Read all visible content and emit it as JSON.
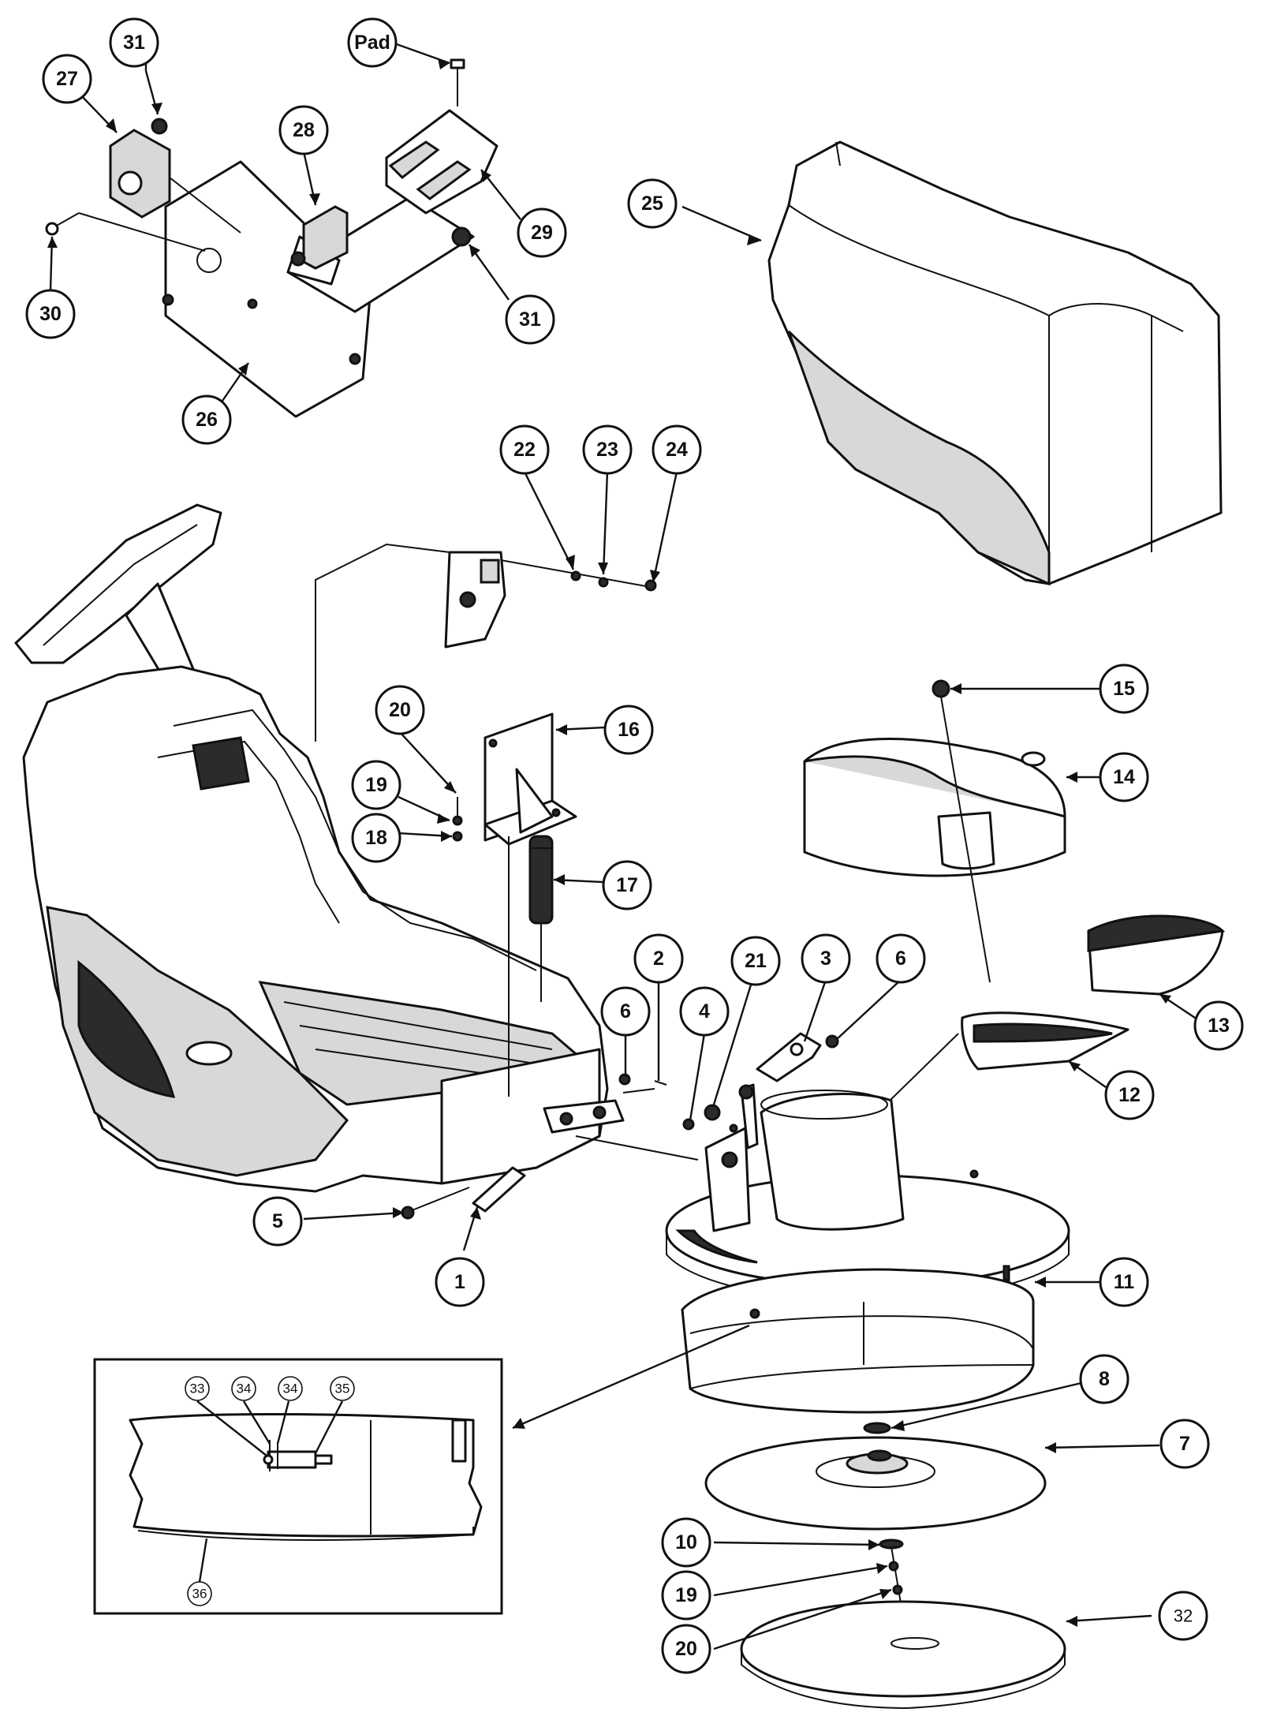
{
  "callouts": [
    {
      "id": "c1",
      "label": "1"
    },
    {
      "id": "c2",
      "label": "2"
    },
    {
      "id": "c3",
      "label": "3"
    },
    {
      "id": "c4",
      "label": "4"
    },
    {
      "id": "c5",
      "label": "5"
    },
    {
      "id": "c6a",
      "label": "6"
    },
    {
      "id": "c6b",
      "label": "6"
    },
    {
      "id": "c7",
      "label": "7"
    },
    {
      "id": "c8",
      "label": "8"
    },
    {
      "id": "c10",
      "label": "10"
    },
    {
      "id": "c11",
      "label": "11"
    },
    {
      "id": "c12",
      "label": "12"
    },
    {
      "id": "c13",
      "label": "13"
    },
    {
      "id": "c14",
      "label": "14"
    },
    {
      "id": "c15",
      "label": "15"
    },
    {
      "id": "c16",
      "label": "16"
    },
    {
      "id": "c17",
      "label": "17"
    },
    {
      "id": "c18",
      "label": "18"
    },
    {
      "id": "c19a",
      "label": "19"
    },
    {
      "id": "c19b",
      "label": "19"
    },
    {
      "id": "c20a",
      "label": "20"
    },
    {
      "id": "c20b",
      "label": "20"
    },
    {
      "id": "c21",
      "label": "21"
    },
    {
      "id": "c22",
      "label": "22"
    },
    {
      "id": "c23",
      "label": "23"
    },
    {
      "id": "c24",
      "label": "24"
    },
    {
      "id": "c25",
      "label": "25"
    },
    {
      "id": "c26",
      "label": "26"
    },
    {
      "id": "c27",
      "label": "27"
    },
    {
      "id": "c28",
      "label": "28"
    },
    {
      "id": "c29",
      "label": "29"
    },
    {
      "id": "c30",
      "label": "30"
    },
    {
      "id": "c31a",
      "label": "31"
    },
    {
      "id": "c31b",
      "label": "31"
    },
    {
      "id": "c32",
      "label": "32"
    },
    {
      "id": "cpad",
      "label": "Pad"
    }
  ],
  "inset_callouts": [
    {
      "id": "i33",
      "label": "33"
    },
    {
      "id": "i34a",
      "label": "34"
    },
    {
      "id": "i34b",
      "label": "34"
    },
    {
      "id": "i35",
      "label": "35"
    },
    {
      "id": "i36",
      "label": "36"
    }
  ]
}
